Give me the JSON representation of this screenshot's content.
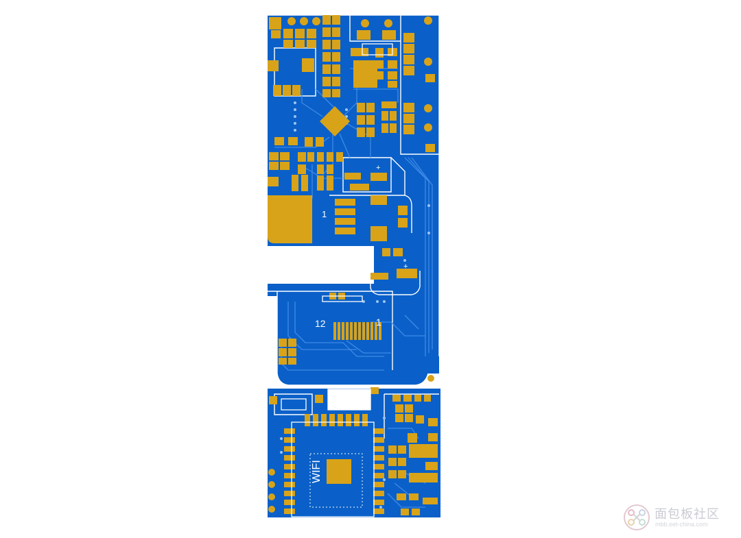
{
  "pcb": {
    "labels": {
      "pin_one_top": "1",
      "connector_pin_left": "12",
      "connector_pin_right": "1",
      "module_label": "WIFI",
      "plus_marks": [
        "+",
        "+"
      ]
    },
    "colors": {
      "board": "#0a60c8",
      "pad": "#d8a319",
      "trace": "#3c86e6",
      "silkscreen": "#ffffff",
      "background": "#ffffff"
    }
  },
  "watermark": {
    "text": "面包板社区",
    "url": "mbb.eet-china.com",
    "icon": "watermark-logo-icon"
  }
}
